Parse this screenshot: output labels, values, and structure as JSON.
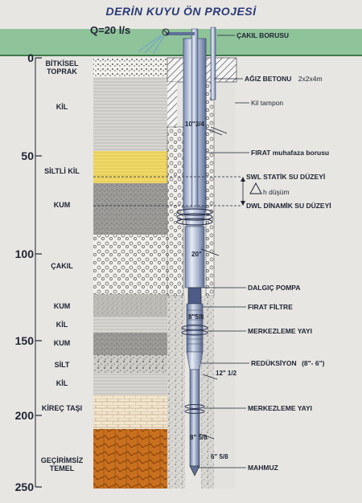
{
  "title": "DERİN KUYU ÖN PROJESİ",
  "flow_rate": "Q=20 l/s",
  "depth_ticks": [
    "0",
    "50",
    "100",
    "150",
    "200",
    "250"
  ],
  "layers": [
    {
      "label": "BİTKİSEL TOPRAK"
    },
    {
      "label": "KİL"
    },
    {
      "label": "SİLTLİ KİL"
    },
    {
      "label": "KUM"
    },
    {
      "label": "ÇAKIL"
    },
    {
      "label": "KUM"
    },
    {
      "label": "KİL"
    },
    {
      "label": "KUM"
    },
    {
      "label": "SİLT"
    },
    {
      "label": "KİL"
    },
    {
      "label": "KİREÇ TAŞI"
    },
    {
      "label": "GEÇİRİMSİZ TEMEL"
    }
  ],
  "annotations": {
    "gravel_pipe": "ÇAKIL BORUSU",
    "mouth_concrete": "AĞIZ BETONU",
    "mouth_concrete_dim": "2x2x4m",
    "clay_plug": "Kil tampon",
    "casing": "FIRAT muhafaza borusu",
    "swl": "SWL STATİK SU DÜZEYİ",
    "drawdown": "h düşüm",
    "dwl": "DWL DİNAMİK SU DÜZEYİ",
    "pump": "DALGIÇ POMPA",
    "filter": "FIRAT FİLTRE",
    "centralizer_1": "MERKEZLEME YAYI",
    "reducer": "REDÜKSİYON",
    "reducer_dim": "(8\"- 6\")",
    "centralizer_2": "MERKEZLEME YAYI",
    "shoe": "MAHMUZ"
  },
  "dimensions": {
    "d1": "10\"3/4",
    "d2": "20\"",
    "d3": "8\"5/8",
    "d4": "12\" 1/2",
    "d5": "8\" 5/8",
    "d6": "6\" 5/8"
  }
}
